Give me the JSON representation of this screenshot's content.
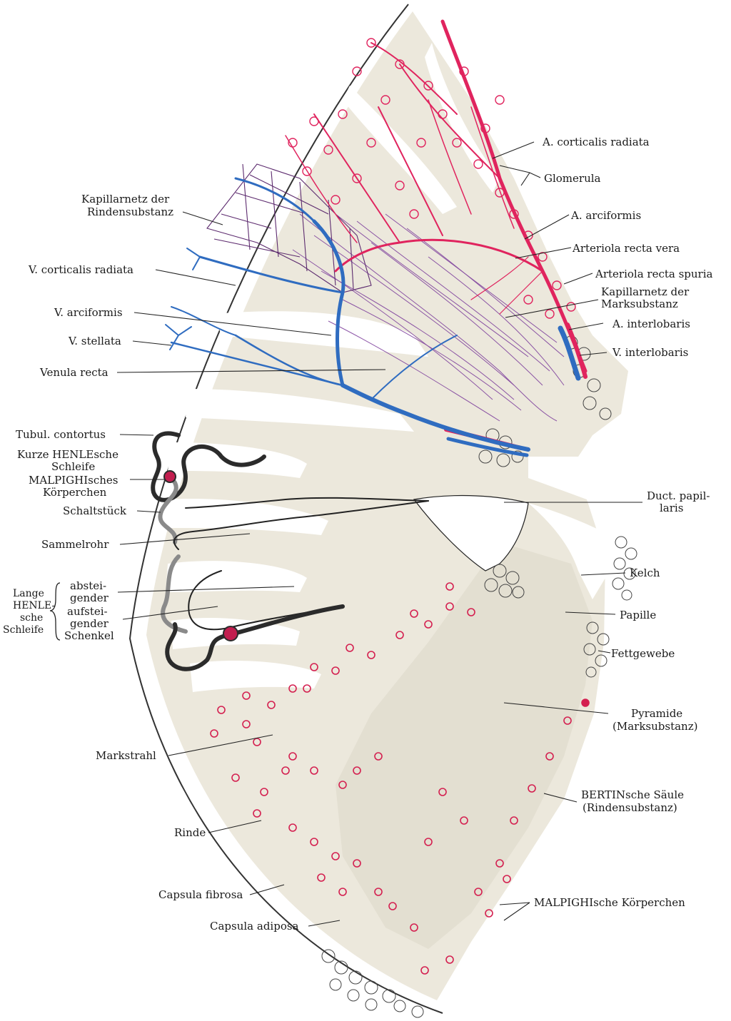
{
  "labels": {
    "a_corticalis_radiata": "A. corticalis radiata",
    "glomerula": "Glomerula",
    "a_arciformis": "A. arciformis",
    "arteriola_recta_vera": "Arteriola recta vera",
    "arteriola_recta_spuria": "Arteriola recta spuria",
    "kap_mark_1": "Kapillarnetz der",
    "kap_mark_2": "Marksubstanz",
    "a_interlobaris": "A. interlobaris",
    "v_interlobaris": "V. interlobaris",
    "kap_rinde_1": "Kapillarnetz der",
    "kap_rinde_2": "Rindensubstanz",
    "v_corticalis_radiata": "V. corticalis radiata",
    "v_arciformis": "V. arciformis",
    "v_stellata": "V. stellata",
    "venula_recta": "Venula recta",
    "tubul_contortus": "Tubul. contortus",
    "kurze_henle_1": "Kurze HENLEsche",
    "kurze_henle_2": "Schleife",
    "malpighi_1": "MALPIGHIsches",
    "malpighi_2": "Körperchen",
    "schaltstueck": "Schaltstück",
    "sammelrohr": "Sammelrohr",
    "duct_papil_1": "Duct. papil-",
    "duct_papil_2": "laris",
    "kelch": "Kelch",
    "papille": "Papille",
    "fettgewebe": "Fettgewebe",
    "lange_1": "Lange",
    "lange_2": "HENLE-",
    "lange_3": "sche",
    "lange_4": "Schleife",
    "abstei_1": "abstei-",
    "abstei_2": "gender",
    "aufstei_1": "aufstei-",
    "aufstei_2": "gender",
    "aufstei_3": "Schenkel",
    "pyramide_1": "Pyramide",
    "pyramide_2": "(Marksubstanz)",
    "markstrahl": "Markstrahl",
    "bertin_1": "BERTINsche Säule",
    "bertin_2": "(Rindensubstanz)",
    "rinde": "Rinde",
    "capsula_fibrosa": "Capsula fibrosa",
    "malpighi_koerperchen": "MALPIGHIsche Körperchen",
    "capsula_adiposa": "Capsula adiposa"
  },
  "colors": {
    "artery": "#e0245e",
    "vein": "#2f6cc0",
    "capillary": "#7a3a9a",
    "tissue": "#ece8dc",
    "tubule_dark": "#2b2b2b",
    "tubule_gray": "#8a8a8a"
  }
}
